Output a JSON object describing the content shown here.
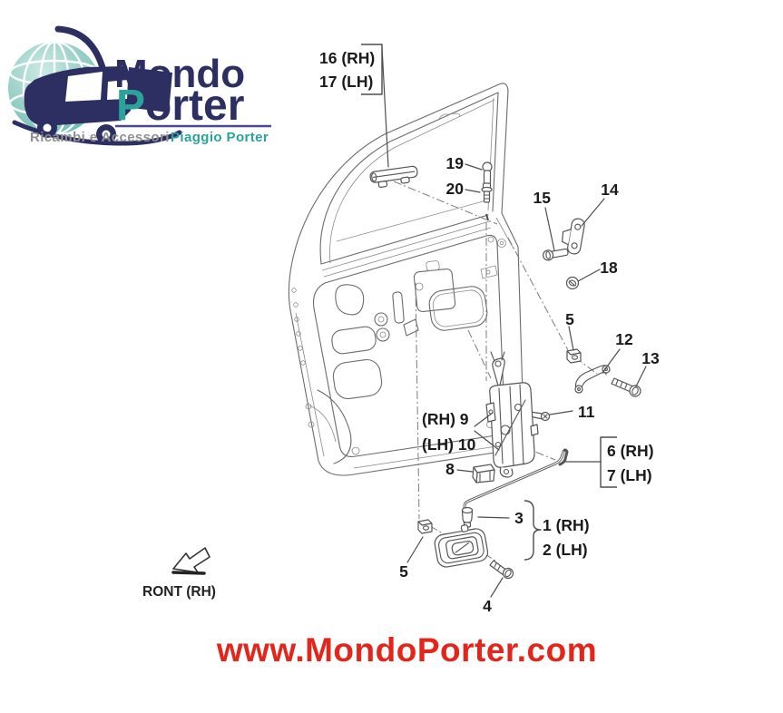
{
  "logo": {
    "brand_line1": "Mondo",
    "brand_line2_initial": "P",
    "brand_line2_rest": "orter",
    "tagline_left": "Ricambi e Accessori",
    "tagline_right": "Piaggio Porter",
    "colors": {
      "navy": "#2d2f63",
      "teal": "#2aa39a",
      "underline": "#4c4a8c",
      "tagline_gray": "#8f8f8f"
    }
  },
  "diagram": {
    "line_color": "#6b6b6b",
    "label_color": "#1a1a1a",
    "callouts": [
      {
        "id": "16-rh",
        "label": "16 (RH)"
      },
      {
        "id": "17-lh",
        "label": "17 (LH)"
      },
      {
        "id": "19",
        "label": "19"
      },
      {
        "id": "20",
        "label": "20"
      },
      {
        "id": "15",
        "label": "15"
      },
      {
        "id": "14",
        "label": "14"
      },
      {
        "id": "18",
        "label": "18"
      },
      {
        "id": "5-upper",
        "label": "5"
      },
      {
        "id": "12",
        "label": "12"
      },
      {
        "id": "13",
        "label": "13"
      },
      {
        "id": "11",
        "label": "11"
      },
      {
        "id": "9-rh",
        "label": "(RH) 9"
      },
      {
        "id": "10-lh",
        "label": "(LH) 10"
      },
      {
        "id": "8",
        "label": "8"
      },
      {
        "id": "6-rh",
        "label": "6 (RH)"
      },
      {
        "id": "7-lh",
        "label": "7 (LH)"
      },
      {
        "id": "3",
        "label": "3"
      },
      {
        "id": "1-rh",
        "label": "1 (RH)"
      },
      {
        "id": "2-lh",
        "label": "2 (LH)"
      },
      {
        "id": "5-lower",
        "label": "5"
      },
      {
        "id": "4",
        "label": "4"
      }
    ],
    "direction_label": "RONT (RH)"
  },
  "footer": {
    "url": "www.MondoPorter.com",
    "color": "#e2261b"
  }
}
